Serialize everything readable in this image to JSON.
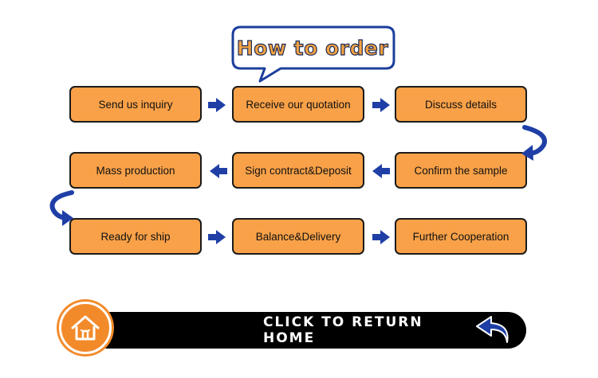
{
  "title": "How to order",
  "steps": [
    {
      "id": "send-us-inquiry",
      "label": "Send us inquiry"
    },
    {
      "id": "receive-our-quotation",
      "label": "Receive our quotation"
    },
    {
      "id": "discuss-details",
      "label": "Discuss details"
    },
    {
      "id": "confirm-the-sample",
      "label": "Confirm the sample"
    },
    {
      "id": "sign-contract-deposit",
      "label": "Sign contract&Deposit"
    },
    {
      "id": "mass-production",
      "label": "Mass production"
    },
    {
      "id": "ready-for-ship",
      "label": "Ready for ship"
    },
    {
      "id": "balance-delivery",
      "label": "Balance&Delivery"
    },
    {
      "id": "further-cooperation",
      "label": "Further Cooperation"
    }
  ],
  "home_button": {
    "label": "CLICK TO RETURN HOME",
    "icon": "home-icon",
    "arrow_icon": "return-arrow-icon"
  },
  "colors": {
    "step_fill": "#f9a148",
    "arrow": "#1f3fa6",
    "title_fill": "#f5a342",
    "title_outline": "#1c2a55",
    "home_circle": "#f38a2a"
  }
}
